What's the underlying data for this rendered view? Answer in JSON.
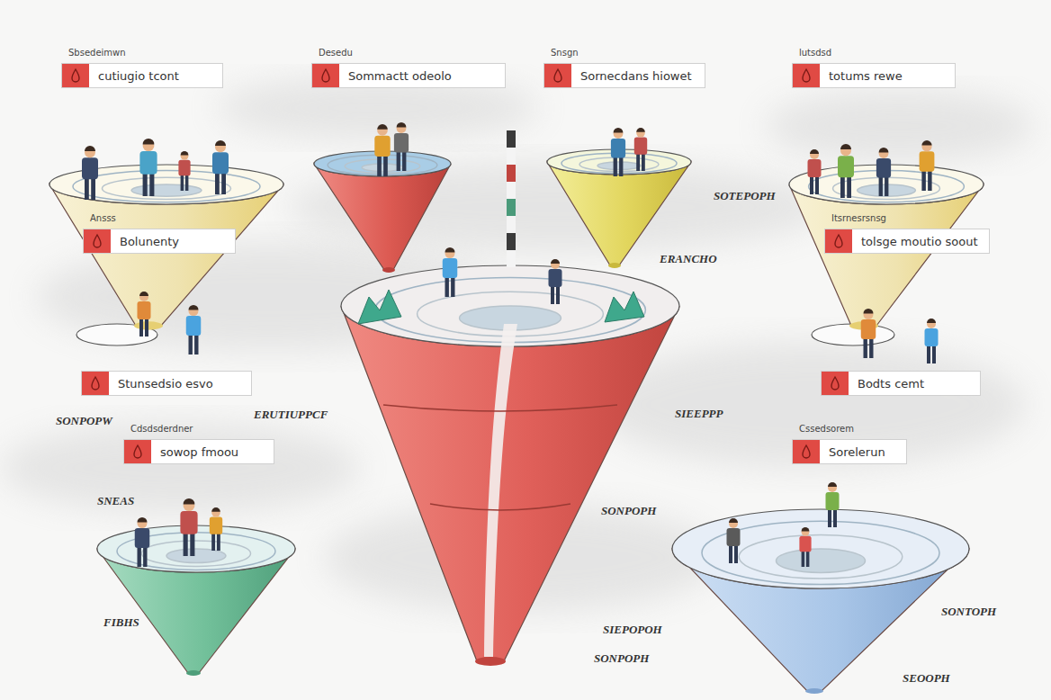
{
  "diagram": {
    "nodes": [
      {
        "text": [
          "Sbsedeimwn",
          "cutiugio tcont"
        ]
      },
      {
        "text": [
          "Desedu",
          "Sommactt odeolo"
        ]
      },
      {
        "text": [
          "Snsgn",
          "Sornecdans hiowet"
        ]
      },
      {
        "text": [
          "lutsdsd",
          "totums rewe"
        ]
      },
      {
        "text": [
          "Ansss",
          "Bolunenty"
        ]
      },
      {
        "text": [
          "Itsrnesrsnsg",
          "tolsge moutio soout"
        ]
      },
      {
        "text": [
          "Stunsedsio esvo"
        ]
      },
      {
        "text": [
          "Bodts cemt"
        ]
      },
      {
        "text": [
          "Cdsdsderdner",
          "sowop fmoou"
        ]
      },
      {
        "text": [
          "Cssedsorem",
          "Sorelerun"
        ]
      }
    ],
    "labels": [
      "SOTEPOPH",
      "ERANCHO",
      "SONPOPW",
      "ERUTIUPPCF",
      "SIEEPPP",
      "SONPOPH",
      "SNEAS",
      "FIBHS",
      "SIEPOPOH",
      "SONPOPH",
      "SONTOPH",
      "SEOOPH"
    ]
  }
}
